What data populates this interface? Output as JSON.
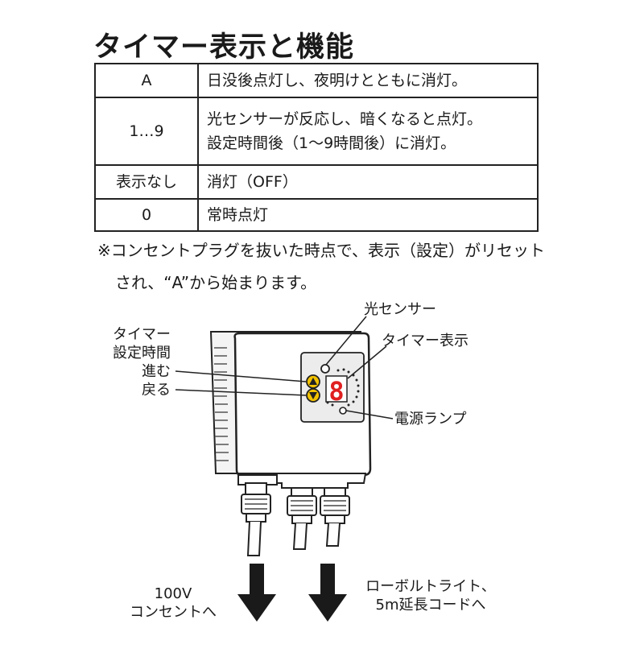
{
  "title": "タイマー表示と機能",
  "table": {
    "rows": [
      {
        "key": "A",
        "lines": [
          "日没後点灯し、夜明けとともに消灯。"
        ]
      },
      {
        "key": "1…9",
        "lines": [
          "光センサーが反応し、暗くなると点灯。",
          "設定時間後（1～9時間後）に消灯。"
        ]
      },
      {
        "key": "表示なし",
        "lines": [
          "消灯（OFF）"
        ]
      },
      {
        "key": "0",
        "lines": [
          "常時点灯"
        ]
      }
    ]
  },
  "note": {
    "line1": "※コンセントプラグを抜いた時点で、表示（設定）がリセット",
    "line2": "され、“A”から始まります。"
  },
  "diagram": {
    "timer_setting_label": [
      "タイマー",
      "設定時間"
    ],
    "forward_label": "進む",
    "back_label": "戻る",
    "light_sensor_label": "光センサー",
    "timer_display_label": "タイマー表示",
    "power_lamp_label": "電源ランプ",
    "left_arrow_label": [
      "100V",
      "コンセントへ"
    ],
    "right_arrow_label": [
      "ローボルトライト、",
      "5m延長コードへ"
    ],
    "display_digit": "8",
    "display_color": "#e02020",
    "button_color": "#f2c200"
  }
}
